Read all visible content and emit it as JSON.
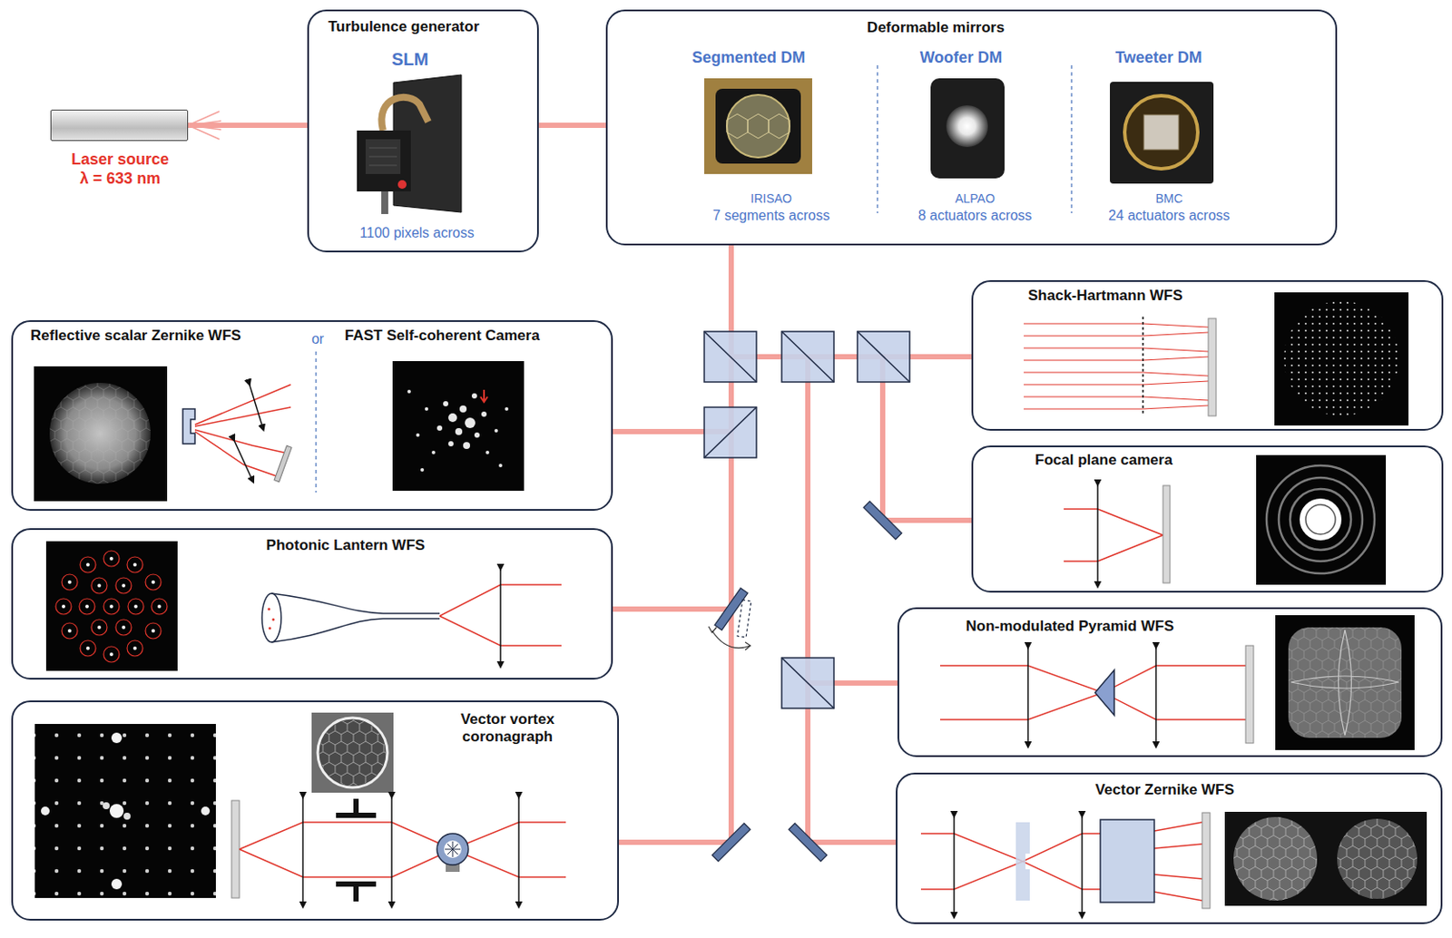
{
  "diagram": {
    "nodes": [
      {
        "text": [
          "Laser source λ = 633 nm"
        ]
      },
      {
        "text": [
          "Turbulence generator",
          "SLM",
          "1100 pixels across"
        ]
      },
      {
        "text": [
          "Deformable mirrors"
        ]
      },
      {
        "text": [
          "Segmented DM",
          "IRISAO",
          "7 segments across"
        ],
        "in": 2
      },
      {
        "text": [
          "Woofer DM",
          "ALPAO",
          "8 actuators across"
        ],
        "in": 2
      },
      {
        "text": [
          "Tweeter DM",
          "BMC",
          "24 actuators across"
        ],
        "in": 2
      },
      {
        "text": [
          "Reflective scalar Zernike WFS",
          "or",
          "FAST Self-coherent Camera"
        ]
      },
      {
        "text": [
          "Photonic Lantern WFS"
        ]
      },
      {
        "text": [
          "Vector vortex coronagraph"
        ]
      },
      {
        "text": [
          "Shack-Hartmann WFS"
        ]
      },
      {
        "text": [
          "Focal plane camera"
        ]
      },
      {
        "text": [
          "Non-modulated Pyramid WFS"
        ]
      },
      {
        "text": [
          "Vector Zernike WFS"
        ]
      }
    ],
    "edges": [
      {
        "from": 0,
        "to": 1,
        "arrow": "none"
      },
      {
        "from": 1,
        "to": 2,
        "arrow": "none"
      },
      {
        "from": 2,
        "to": 6,
        "arrow": "none"
      },
      {
        "from": 2,
        "to": 7,
        "arrow": "none"
      },
      {
        "from": 2,
        "to": 8,
        "arrow": "none"
      },
      {
        "from": 2,
        "to": 9,
        "arrow": "none"
      },
      {
        "from": 2,
        "to": 10,
        "arrow": "none"
      },
      {
        "from": 2,
        "to": 11,
        "arrow": "none"
      },
      {
        "from": 2,
        "to": 12,
        "arrow": "none"
      }
    ]
  }
}
